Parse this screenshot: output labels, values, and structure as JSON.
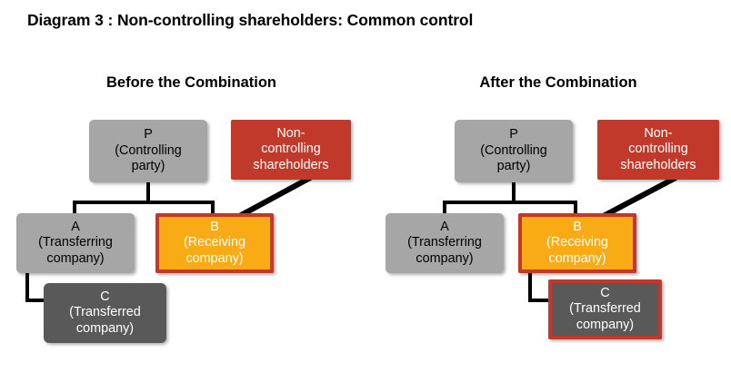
{
  "title": "Diagram 3 : Non-controlling shareholders: Common control",
  "panels": [
    {
      "id": "before",
      "heading": "Before the Combination",
      "nodes": {
        "p": {
          "code": "P",
          "desc_line1": "(Controlling",
          "desc_line2": "party)",
          "style": "gray"
        },
        "nci": {
          "line1": "Non-",
          "line2": "controlling",
          "line3": "shareholders",
          "style": "red"
        },
        "a": {
          "code": "A",
          "desc_line1": "(Transferring",
          "desc_line2": "company)",
          "style": "gray"
        },
        "b": {
          "code": "B",
          "desc_line1": "(Receiving",
          "desc_line2": "company)",
          "style": "orange"
        },
        "c": {
          "code": "C",
          "desc_line1": "(Transferred",
          "desc_line2": "company)",
          "style": "darkgray"
        }
      }
    },
    {
      "id": "after",
      "heading": "After the Combination",
      "nodes": {
        "p": {
          "code": "P",
          "desc_line1": "(Controlling",
          "desc_line2": "party)",
          "style": "gray"
        },
        "nci": {
          "line1": "Non-",
          "line2": "controlling",
          "line3": "shareholders",
          "style": "red"
        },
        "a": {
          "code": "A",
          "desc_line1": "(Transferring",
          "desc_line2": "company)",
          "style": "gray"
        },
        "b": {
          "code": "B",
          "desc_line1": "(Receiving",
          "desc_line2": "company)",
          "style": "orange"
        },
        "c": {
          "code": "C",
          "desc_line1": "(Transferred",
          "desc_line2": "company)",
          "style": "darkgray-redborder"
        }
      }
    }
  ],
  "colors": {
    "gray_fill": "#A6A6A6",
    "dark_gray_fill": "#595959",
    "red_fill": "#C0392B",
    "orange_fill": "#F9AB15",
    "red_border": "#C0392B",
    "connector": "#000000",
    "background": "#FFFFFF"
  }
}
